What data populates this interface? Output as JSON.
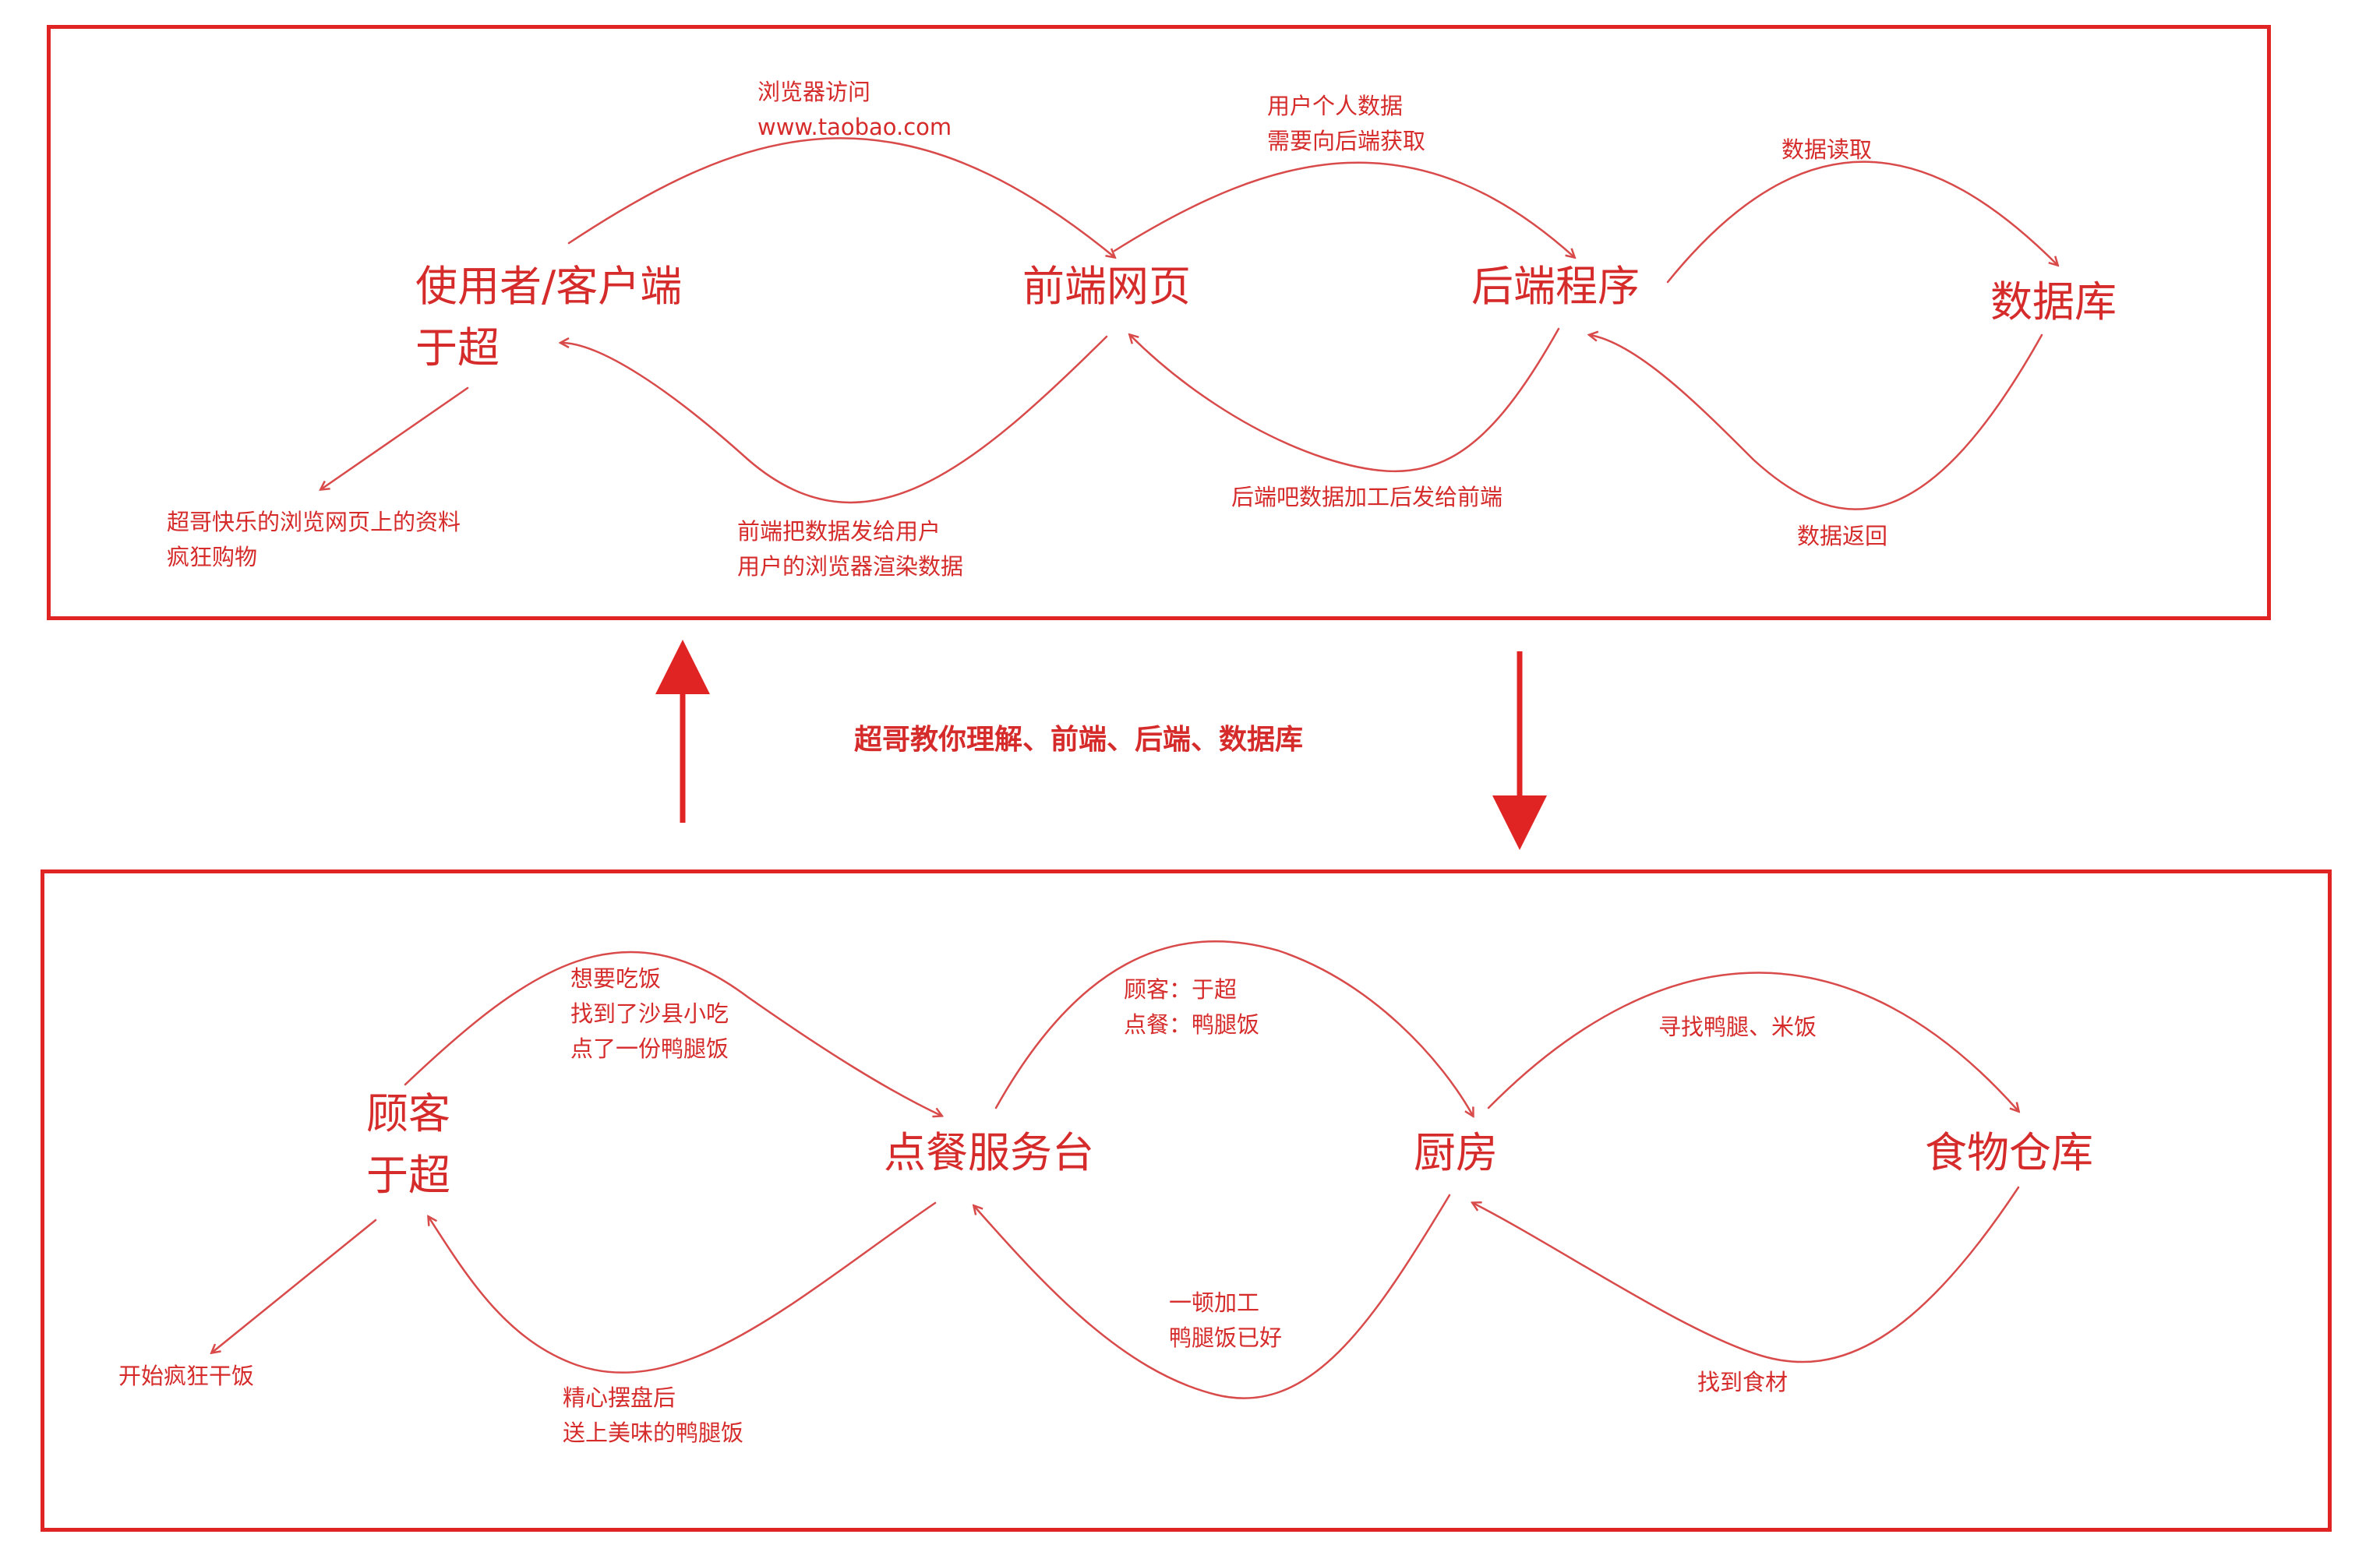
{
  "colors": {
    "stroke": "#d94a4a",
    "frame": "#e02424",
    "text": "#d62b2b"
  },
  "title": "超哥教你理解、前端、后端、数据库",
  "top": {
    "nodes": {
      "client_line1": "使用者/客户端",
      "client_line2": "于超",
      "frontend": "前端网页",
      "backend": "后端程序",
      "database": "数据库"
    },
    "labels": {
      "browse_line1": "浏览器访问",
      "browse_line2": "www.taobao.com",
      "user_data_line1": "用户个人数据",
      "user_data_line2": "需要向后端获取",
      "data_read": "数据读取",
      "shopping_line1": "超哥快乐的浏览网页上的资料",
      "shopping_line2": "疯狂购物",
      "render_line1": "前端把数据发给用户",
      "render_line2": "用户的浏览器渲染数据",
      "process": "后端吧数据加工后发给前端",
      "data_return": "数据返回"
    }
  },
  "bottom": {
    "nodes": {
      "customer_line1": "顾客",
      "customer_line2": "于超",
      "counter": "点餐服务台",
      "kitchen": "厨房",
      "warehouse": "食物仓库"
    },
    "labels": {
      "order_line1": "想要吃饭",
      "order_line2": "找到了沙县小吃",
      "order_line3": "点了一份鸭腿饭",
      "ticket_line1": "顾客：于超",
      "ticket_line2": "点餐：鸭腿饭",
      "find_food": "寻找鸭腿、米饭",
      "eat": "开始疯狂干饭",
      "serve_line1": "精心摆盘后",
      "serve_line2": "送上美味的鸭腿饭",
      "cook_line1": "一顿加工",
      "cook_line2": "鸭腿饭已好",
      "found": "找到食材"
    }
  }
}
